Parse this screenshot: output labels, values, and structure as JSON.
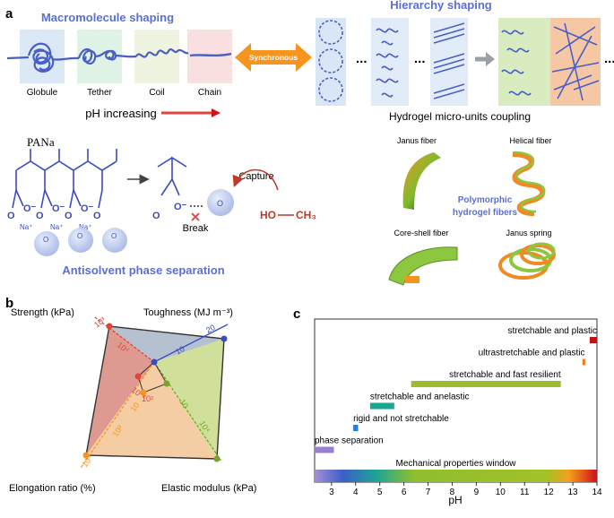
{
  "panel_a": {
    "label": "a",
    "macromolecule_title": "Macromolecule shaping",
    "hierarchy_title": "Hierarchy shaping",
    "states": [
      "Globule",
      "Tether",
      "Coil",
      "Chain"
    ],
    "synchronous": "Synchronous",
    "ellipsis": "...",
    "ph_label": "pH increasing",
    "coupling_label": "Hydrogel micro-units coupling",
    "pana_label": "PANa",
    "na_ion": "Na⁺",
    "o_minus": "O⁻",
    "capture_label": "Capture",
    "break_label": "Break",
    "methanol_ho": "HO",
    "methanol_ch3": "CH₃",
    "antisolvent_title": "Antisolvent phase separation",
    "fiber_labels": {
      "janus": "Janus fiber",
      "helical": "Helical fiber",
      "core_shell": "Core-shell fiber",
      "janus_spring": "Janus spring"
    },
    "polymorphic_title_line1": "Polymorphic",
    "polymorphic_title_line2": "hydrogel fibers",
    "colors": {
      "accent_blue": "#5b6fd6",
      "orange": "#f7941d",
      "green": "#8dc63f",
      "red": "#c0392b"
    }
  },
  "panel_b": {
    "label": "b",
    "axes": [
      {
        "name": "Strength (kPa)",
        "ticks": [
          "10³",
          "10⁴"
        ],
        "color": "#e0453b"
      },
      {
        "name": "Toughness (MJ m⁻³)",
        "ticks": [
          "10",
          "20"
        ],
        "color": "#3b4cc0"
      },
      {
        "name": "Elastic modulus (kPa)",
        "ticks": [
          "10",
          "10⁴"
        ],
        "color": "#7aa32a"
      },
      {
        "name": "Elongation ratio (%)",
        "ticks": [
          "10",
          "10³",
          "10⁵"
        ],
        "color": "#f7941d"
      }
    ],
    "center_ticks": [
      "10⁻¹",
      "10²"
    ]
  },
  "panel_c": {
    "label": "c",
    "chart_data": {
      "type": "bar",
      "xlabel": "pH",
      "xlim": [
        2.3,
        14
      ],
      "xticks": [
        3,
        4,
        5,
        6,
        7,
        8,
        9,
        10,
        11,
        12,
        13,
        14
      ],
      "rows": [
        {
          "label": "stretchable and plastic",
          "x": [
            13.7,
            14.0
          ],
          "color": "#c0101a"
        },
        {
          "label": "ultrastretchable and plastic",
          "x": [
            13.4,
            13.5
          ],
          "color": "#f07a1e"
        },
        {
          "label": "stretchable and fast resilient",
          "x": [
            6.3,
            12.5
          ],
          "color": "#9bbd2c"
        },
        {
          "label": "stretchable and anelastic",
          "x": [
            4.6,
            5.6
          ],
          "color": "#1aa591"
        },
        {
          "label": "rigid and not stretchable",
          "x": [
            3.9,
            4.1
          ],
          "color": "#2a7fd4"
        },
        {
          "label": "phase separation",
          "x": [
            2.3,
            3.1
          ],
          "color": "#9b7fd0"
        }
      ],
      "window_label": "Mechanical properties window"
    }
  }
}
